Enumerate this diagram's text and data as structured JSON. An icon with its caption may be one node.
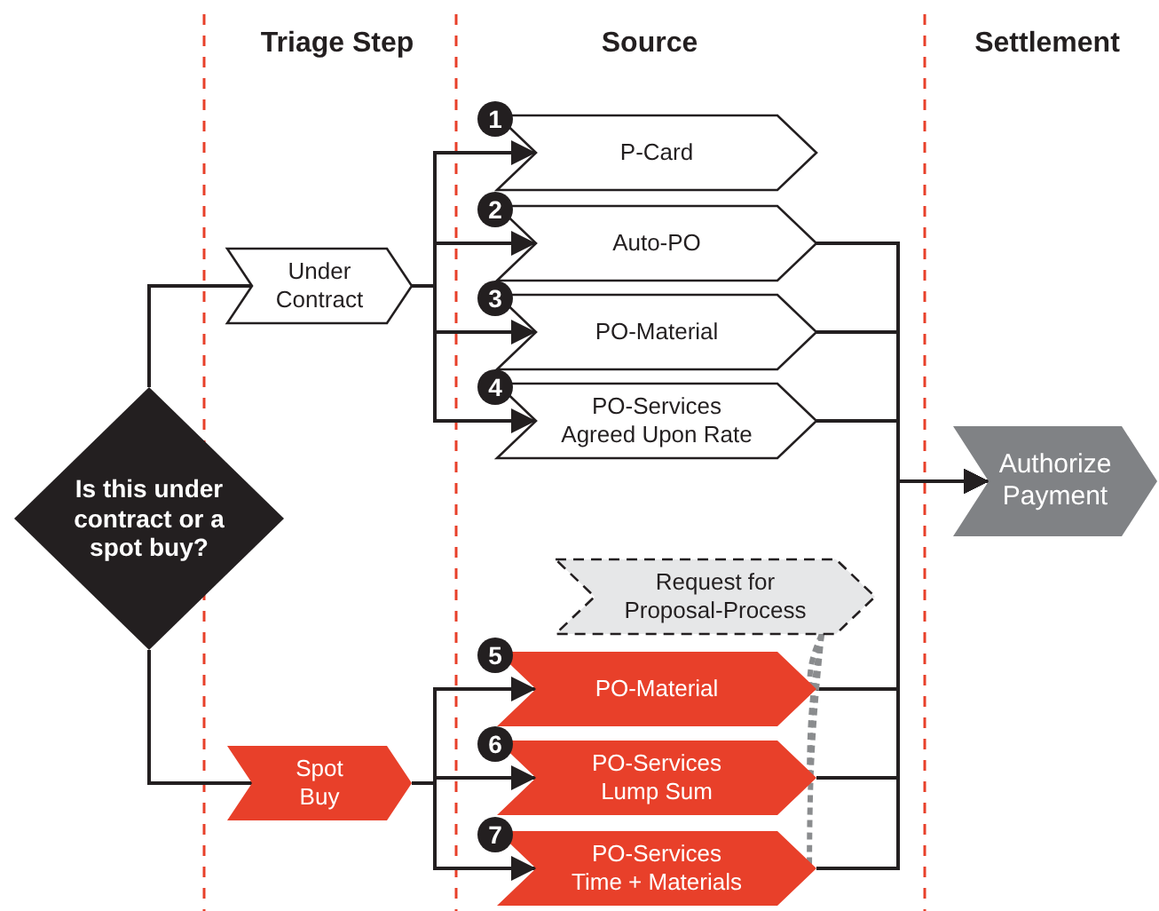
{
  "diagram": {
    "nodes": [
      {
        "text": [
          "Is this under contract or a spot buy?"
        ]
      },
      {
        "text": [
          "Under Contract"
        ]
      },
      {
        "text": [
          "Spot Buy"
        ]
      },
      {
        "text": [
          "P-Card"
        ],
        "beside": [
          "1"
        ]
      },
      {
        "text": [
          "Auto-PO"
        ],
        "beside": [
          "2"
        ]
      },
      {
        "text": [
          "PO-Material"
        ],
        "beside": [
          "3"
        ]
      },
      {
        "text": [
          "PO-Services Agreed Upon Rate"
        ],
        "beside": [
          "4"
        ]
      },
      {
        "text": [
          "Request for Proposal-Process"
        ]
      },
      {
        "text": [
          "PO-Material"
        ],
        "beside": [
          "5"
        ]
      },
      {
        "text": [
          "PO-Services Lump Sum"
        ],
        "beside": [
          "6"
        ]
      },
      {
        "text": [
          "PO-Services Time + Materials"
        ],
        "beside": [
          "7"
        ]
      },
      {
        "text": [
          "Authorize Payment"
        ]
      }
    ],
    "edges": [
      {
        "from": 0,
        "to": 1,
        "arrow": "none"
      },
      {
        "from": 0,
        "to": 2,
        "arrow": "none"
      },
      {
        "from": 1,
        "to": 3,
        "arrow": "to"
      },
      {
        "from": 1,
        "to": 4,
        "arrow": "to"
      },
      {
        "from": 1,
        "to": 5,
        "arrow": "to"
      },
      {
        "from": 1,
        "to": 6,
        "arrow": "to"
      },
      {
        "from": 2,
        "to": 8,
        "arrow": "to"
      },
      {
        "from": 2,
        "to": 9,
        "arrow": "to"
      },
      {
        "from": 2,
        "to": 10,
        "arrow": "to"
      },
      {
        "from": 4,
        "to": 11,
        "arrow": "to"
      },
      {
        "from": 5,
        "to": 11,
        "arrow": "to"
      },
      {
        "from": 6,
        "to": 11,
        "arrow": "to"
      },
      {
        "from": 8,
        "to": 11,
        "arrow": "to"
      },
      {
        "from": 9,
        "to": 11,
        "arrow": "to"
      },
      {
        "from": 10,
        "to": 11,
        "arrow": "to"
      },
      {
        "from": 7,
        "to": 8,
        "arrow": "none",
        "style": "dashed",
        "color": "#8a8c8e"
      },
      {
        "from": 7,
        "to": 9,
        "arrow": "none",
        "style": "dashed",
        "color": "#8a8c8e"
      },
      {
        "from": 7,
        "to": 10,
        "arrow": "none",
        "style": "dashed",
        "color": "#8a8c8e"
      }
    ],
    "labels": [
      "Triage Step",
      "Source",
      "Settlement"
    ]
  }
}
